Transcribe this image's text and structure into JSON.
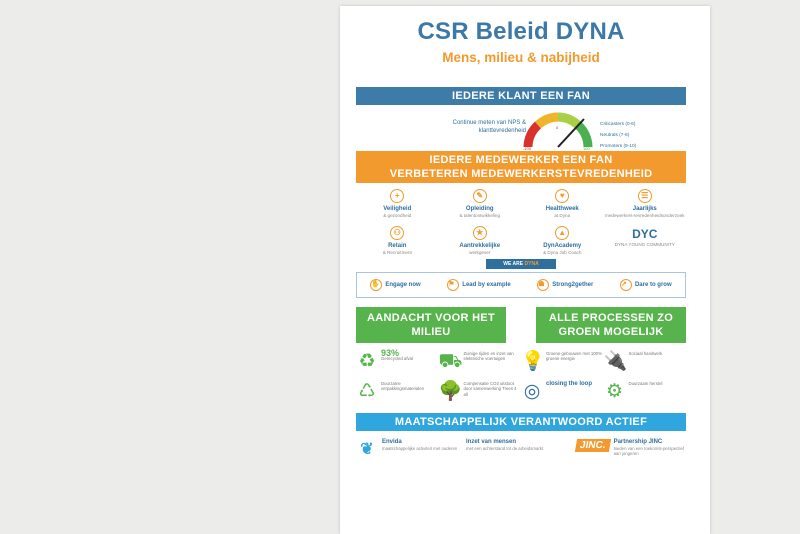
{
  "header": {
    "title": "CSR Beleid DYNA",
    "subtitle": "Mens, milieu & nabijheid"
  },
  "fan": {
    "bar": "IEDERE KLANT EEN FAN",
    "nps_text": "Continue meten van NPS & klanttevredenheid",
    "gauge_labels": [
      "-100",
      "0",
      "100"
    ],
    "legend": [
      "Criticasters (0-6)",
      "Neutrals (7-8)",
      "Promoters (9-10)"
    ]
  },
  "employee": {
    "bar1": "IEDERE MEDEWERKER EEN FAN",
    "bar2": "VERBETEREN MEDEWERKERSTEVREDENHEID"
  },
  "items": [
    {
      "title": "Veiligheid",
      "sub": "& gezondheid",
      "icon": "+"
    },
    {
      "title": "Opleiding",
      "sub": "& talentontwikkeling",
      "icon": "✎"
    },
    {
      "title": "Healthweek",
      "sub": "at Dyna",
      "icon": "♥"
    },
    {
      "title": "Jaarlijks",
      "sub": "medewerkers-tevredenheidsonderzoek",
      "icon": "☰"
    },
    {
      "title": "Retain",
      "sub": "& Recruitment",
      "icon": "⚇"
    },
    {
      "title": "Aantrekkelijke",
      "sub": "werkgever",
      "icon": "★"
    },
    {
      "title": "DynAcademy",
      "sub": "& Dyna Job Coach",
      "icon": "▲"
    },
    {
      "title": "DYC",
      "sub": "DYNA YOUNG COMMUNITY",
      "icon": ""
    }
  ],
  "weare": {
    "text": "WE ARE",
    "brand": "DYNA"
  },
  "values": [
    {
      "label": "Engage now",
      "icon": "✋"
    },
    {
      "label": "Lead by example",
      "icon": "⚑"
    },
    {
      "label": "Strong2gether",
      "icon": "☗"
    },
    {
      "label": "Dare to grow",
      "icon": "↗"
    }
  ],
  "green": {
    "left": "AANDACHT VOOR HET MILIEU",
    "right": "ALLE PROCESSEN ZO GROEN MOGELIJK"
  },
  "eco": [
    {
      "icon": "♻",
      "big": "93%",
      "text": "Gerecycled afval"
    },
    {
      "icon": "⛟",
      "text": "Zuinige rijden en inzet van elektrische voertuigen"
    },
    {
      "icon": "💡",
      "text": "Groene gebouwen met 100% groene energie"
    },
    {
      "icon": "🔌",
      "text": "Sociaal handwerk"
    },
    {
      "icon": "♺",
      "text": "Duurzame verpakkingsmaterialen"
    },
    {
      "icon": "🌳",
      "text": "Compensatie CO2 uitstoot door samenwerking Trees 4 all"
    },
    {
      "icon": "◎",
      "text": "closing the loop"
    },
    {
      "icon": "⚙",
      "text": "Duurzaam herstel"
    }
  ],
  "mvo": {
    "bar": "MAATSCHAPPELIJK VERANTWOORD ACTIEF",
    "items": [
      {
        "title": "Envida",
        "sub": "maatschappelijke activiteit met ouderen"
      },
      {
        "title": "Inzet van mensen",
        "sub": "met een achterstand tot de arbeidsmarkt"
      },
      {
        "title": "Partnership JINC",
        "sub": "bieden van een toekomst-perspectief aan jongeren",
        "logo": "JINC."
      }
    ]
  },
  "colors": {
    "blue": "#3d7ba8",
    "orange": "#f29a2e",
    "green": "#57b44c",
    "light_blue": "#2fa6dd"
  }
}
